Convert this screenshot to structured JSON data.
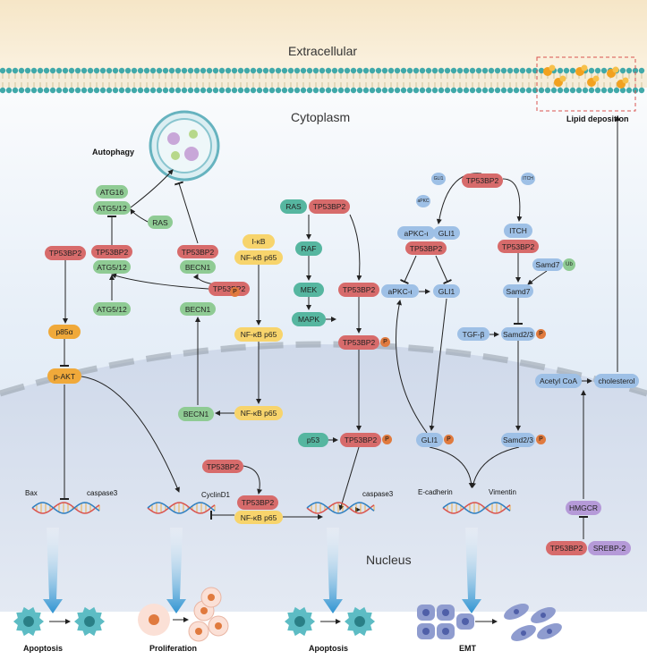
{
  "regions": {
    "extracellular": "Extracellular",
    "cytoplasm": "Cytoplasm",
    "nucleus": "Nucleus"
  },
  "labels": {
    "lipid": "Lipid deposition",
    "autophagy": "Autophagy",
    "bax": "Bax",
    "caspase3_a": "caspase3",
    "cyclind1": "CyclinD1",
    "caspase3_b": "caspase3",
    "ecadherin": "E-cadherin",
    "vimentin": "Vimentin"
  },
  "outcomes": {
    "apoptosis1": "Apoptosis",
    "proliferation": "Proliferation",
    "apoptosis2": "Apoptosis",
    "emt": "EMT"
  },
  "p_badge": "P",
  "nodes": {
    "tp53bp2_akt": "TP53BP2",
    "p85a": "p85α",
    "pakt": "p-AKT",
    "atg16": "ATG16",
    "atg512_top": "ATG5/12",
    "ras_auto": "RAS",
    "tp53bp2_atg": "TP53BP2",
    "atg512_mid": "ATG5/12",
    "atg512_low": "ATG5/12",
    "tp53bp2_becn": "TP53BP2",
    "becn1_top": "BECN1",
    "tp53bp2_center": "TP53BP2",
    "becn1_mid": "BECN1",
    "becn1_nuc": "BECN1",
    "ikb": "I-κB",
    "nfkb_top": "NF-κB p65",
    "nfkb_mid": "NF-κB p65",
    "nfkb_nuc": "NF-κB p65",
    "tp53bp2_nfkb": "TP53BP2",
    "tp53bp2_dna": "TP53BP2",
    "nfkb_dna": "NF-κB p65",
    "ras_mapk": "RAS",
    "tp53bp2_ras": "TP53BP2",
    "raf": "RAF",
    "mek": "MEK",
    "mapk": "MAPK",
    "tp53bp2_m1": "TP53BP2",
    "tp53bp2_m2": "TP53BP2",
    "p53": "p53",
    "tp53bp2_p53": "TP53BP2",
    "tp53bp2_top": "TP53BP2",
    "small_gli1": "GLI1",
    "small_apkc": "aPKC",
    "small_itch": "ITCH",
    "apkc_top": "aPKC-ι",
    "gli1_top": "GLI1",
    "tp53bp2_gli": "TP53BP2",
    "apkc_mid": "aPKC-ι",
    "gli1_mid": "GLI1",
    "gli1_nuc": "GLI1",
    "itch": "ITCH",
    "tp53bp2_itch": "TP53BP2",
    "samd7_ub": "Samd7",
    "ub": "Ub",
    "samd7": "Samd7",
    "tgfb": "TGF-β",
    "samd23": "Samd2/3",
    "samd23_nuc": "Samd2/3",
    "acetylcoa": "Acetyl CoA",
    "cholesterol": "cholesterol",
    "hmgcr": "HMGCR",
    "tp53bp2_srebp": "TP53BP2",
    "srebp2": "SREBP-2"
  }
}
